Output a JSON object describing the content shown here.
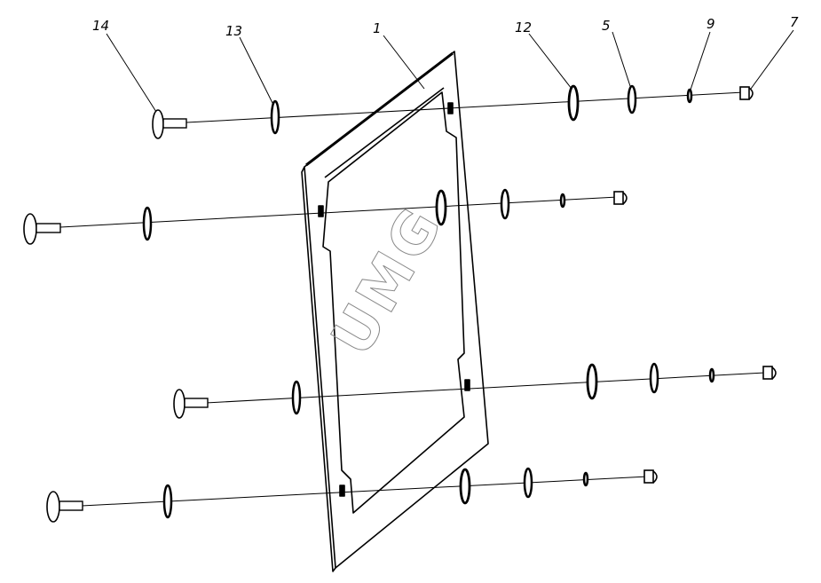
{
  "callouts": [
    "14",
    "13",
    "1",
    "12",
    "5",
    "9",
    "7"
  ],
  "watermark": "UMG",
  "colors": {
    "line": "#000000",
    "watermark": "#8a8a8a",
    "background": "#ffffff"
  },
  "parts": {
    "cover": "1",
    "nut": "7",
    "small_washer": "9",
    "spring_washer": "5",
    "flat_washer": "12",
    "rear_washer": "13",
    "bolt": "14"
  }
}
